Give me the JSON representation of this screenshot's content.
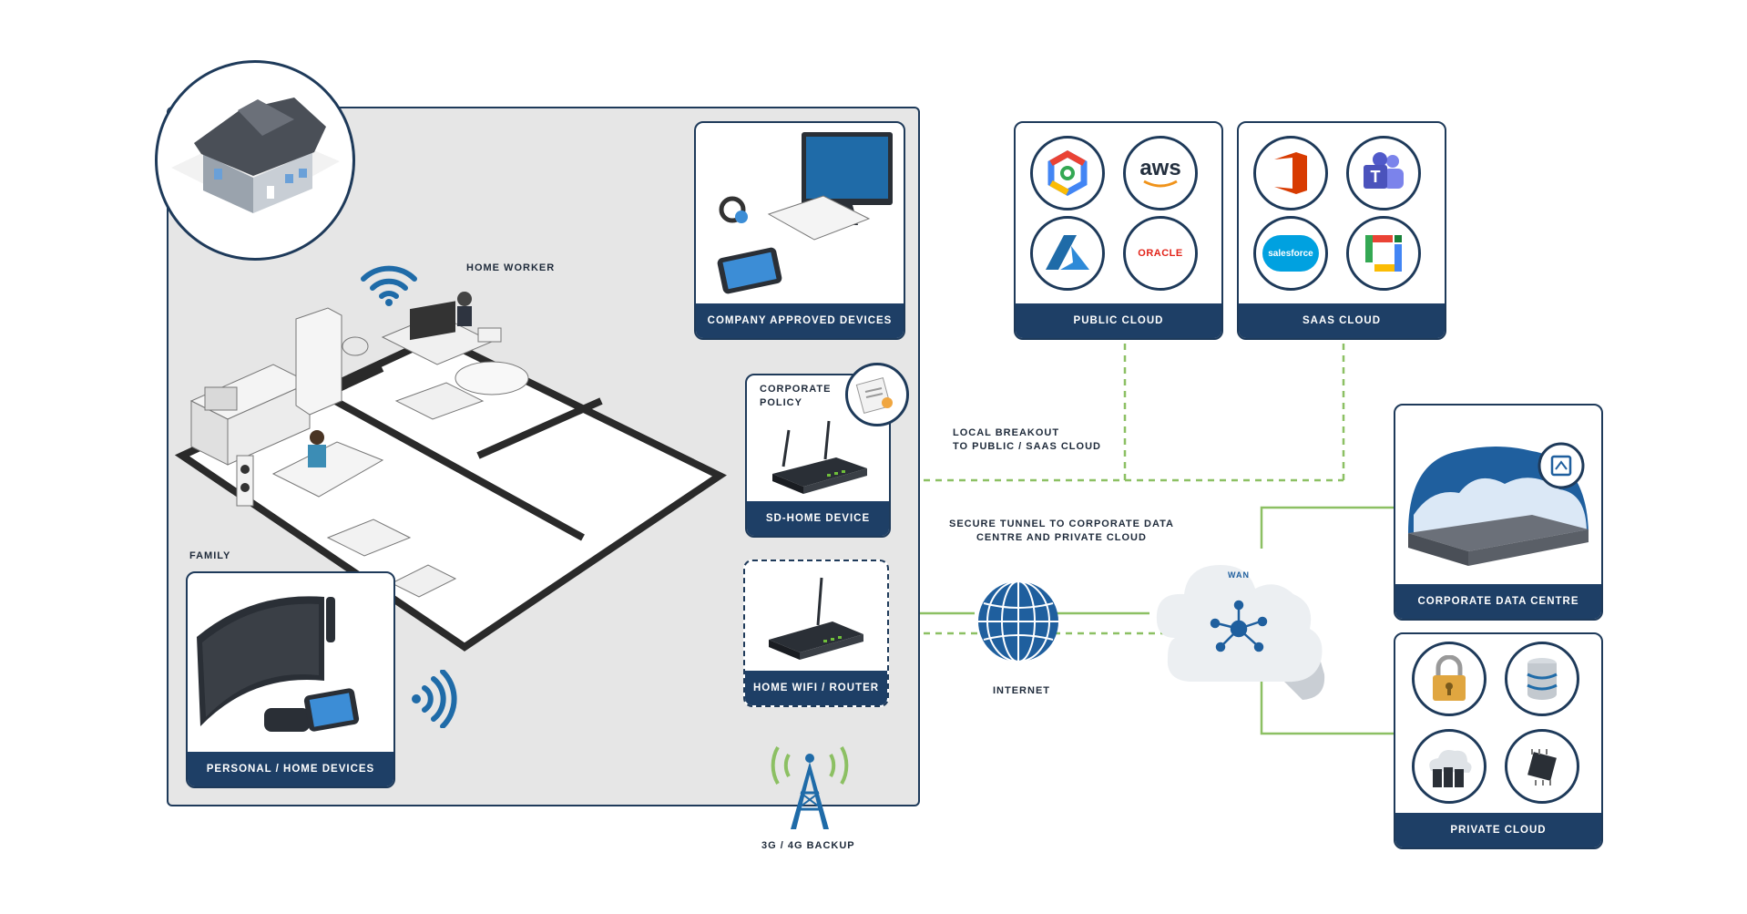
{
  "home": {
    "home_worker_label": "HOME WORKER",
    "family_label": "FAMILY"
  },
  "boxes": {
    "company_devices": "COMPANY APPROVED DEVICES",
    "corporate_policy": "CORPORATE POLICY",
    "sd_home": "SD-HOME DEVICE",
    "home_router": "HOME WIFI / ROUTER",
    "personal_devices": "PERSONAL / HOME DEVICES",
    "public_cloud": "PUBLIC CLOUD",
    "saas_cloud": "SAAS CLOUD",
    "corporate_dc": "CORPORATE DATA CENTRE",
    "private_cloud": "PRIVATE CLOUD"
  },
  "annotations": {
    "local_breakout": "LOCAL BREAKOUT\nTO PUBLIC / SAAS CLOUD",
    "secure_tunnel": "SECURE TUNNEL TO CORPORATE DATA\nCENTRE AND PRIVATE CLOUD",
    "internet": "INTERNET",
    "backup": "3G / 4G BACKUP",
    "wan": "WAN"
  },
  "public_cloud_logos": {
    "aws": "aws",
    "oracle": "ORACLE"
  },
  "saas_cloud_logos": {
    "salesforce": "salesforce"
  },
  "colors": {
    "navy": "#1e3f66",
    "link_green": "#8cc063",
    "panel_gray": "#e6e6e6"
  }
}
